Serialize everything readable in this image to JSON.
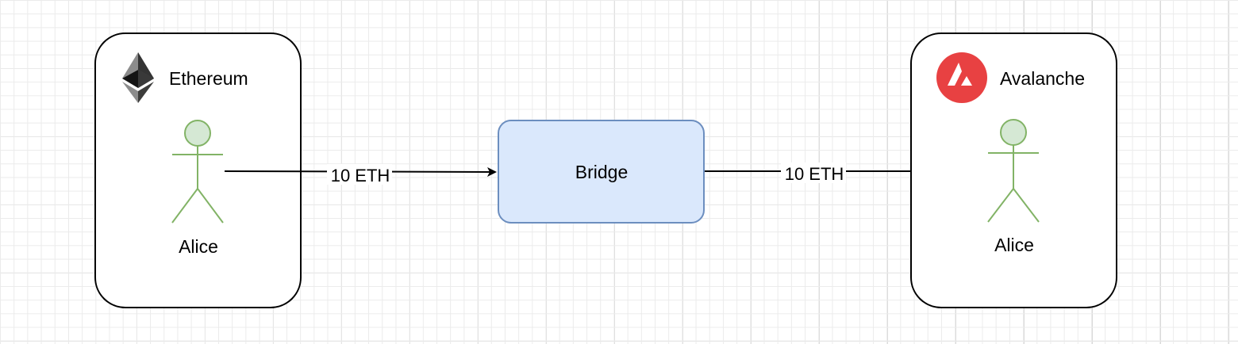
{
  "chains": {
    "left": {
      "name": "Ethereum",
      "icon": "ethereum-icon"
    },
    "right": {
      "name": "Avalanche",
      "icon": "avalanche-icon"
    }
  },
  "actors": {
    "left": {
      "name": "Alice"
    },
    "right": {
      "name": "Alice"
    }
  },
  "bridge": {
    "label": "Bridge"
  },
  "transfers": {
    "in": {
      "label": "10 ETH"
    },
    "out": {
      "label": "10 ETH"
    }
  },
  "colors": {
    "actor_fill": "#d5e8d4",
    "actor_stroke": "#82b366",
    "bridge_fill": "#dae8fc",
    "bridge_stroke": "#6c8ebf",
    "avalanche_red": "#e84142"
  }
}
